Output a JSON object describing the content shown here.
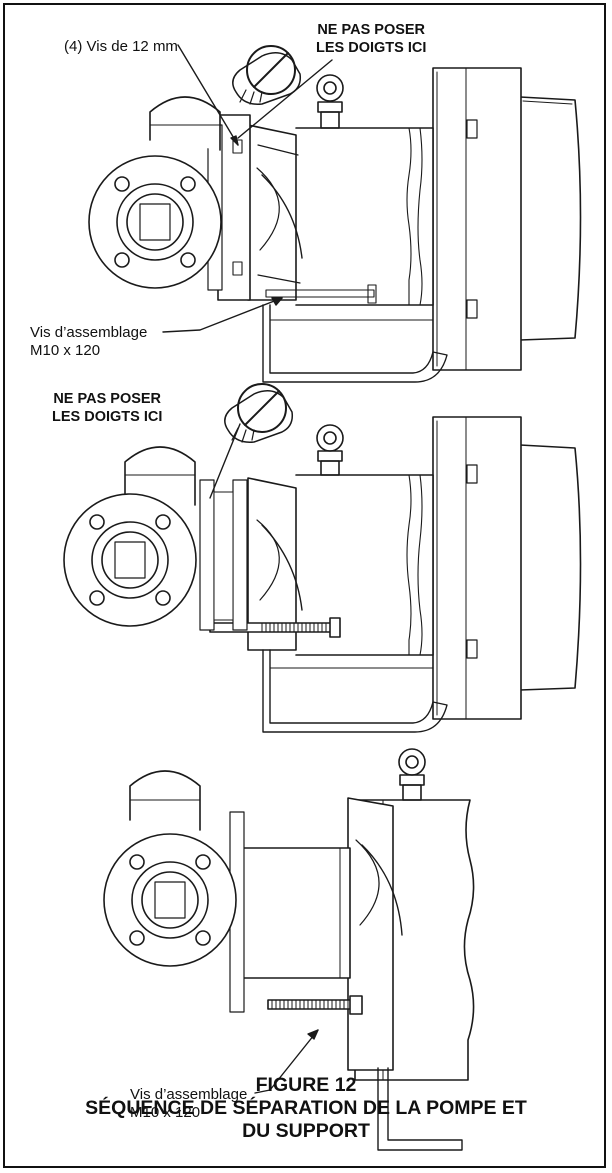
{
  "warnings": {
    "top": [
      "NE PAS POSER",
      "LES DOIGTS ICI"
    ],
    "middle": [
      "NE PAS POSER",
      "LES DOIGTS ICI"
    ]
  },
  "labels": {
    "screws_12mm": "(4) Vis de 12 mm",
    "assembly_screw_top": [
      "Vis d’assemblage",
      "M10 x 120"
    ],
    "assembly_screw_bottom": [
      "Vis d’assemblage",
      "M10 x 120"
    ]
  },
  "caption": {
    "figure": "FIGURE 12",
    "line1": "SÉQUENCE DE SÉPARATION DE LA POMPE ET",
    "line2": "DU SUPPORT"
  },
  "icons": [
    "no-hand-icon",
    "no-hand-icon"
  ]
}
